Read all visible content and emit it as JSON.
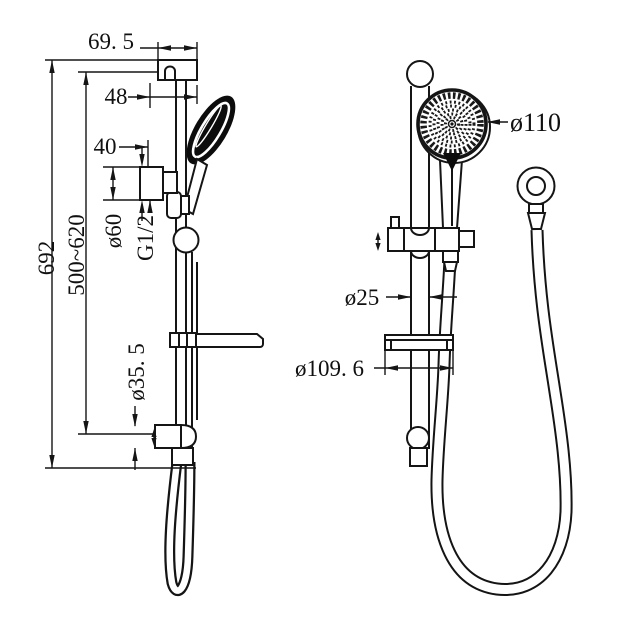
{
  "drawing": {
    "dimensions": {
      "total_height": "692",
      "rail_adjustable_range": "500~620",
      "top_bracket_depth": "69. 5",
      "wall_to_rail": "48",
      "bracket_width": "40",
      "bracket_diameter": "ø60",
      "thread_size": "G1/2",
      "bottom_bracket_diameter": "ø35. 5",
      "head_diameter": "ø110",
      "rail_diameter": "ø25",
      "soap_dish_width": "ø109. 6"
    }
  }
}
